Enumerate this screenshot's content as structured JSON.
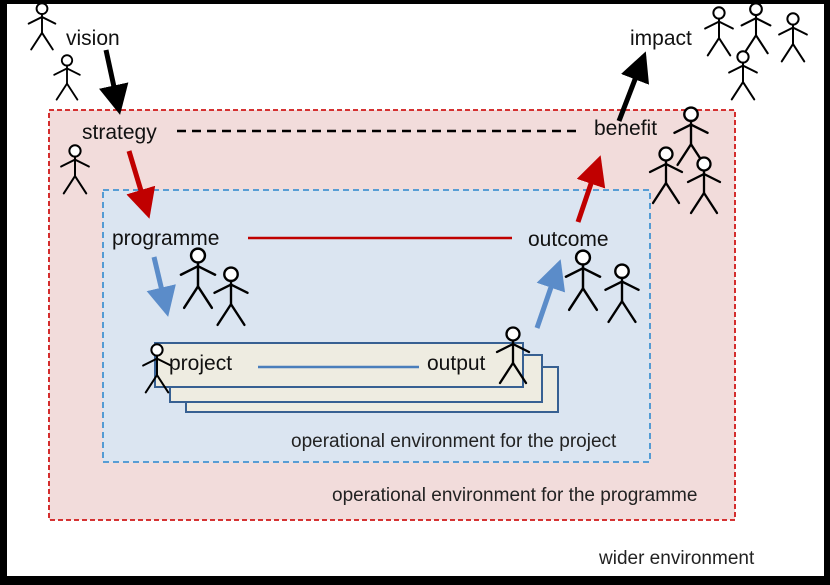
{
  "labels": {
    "vision": "vision",
    "strategy": "strategy",
    "programme": "programme",
    "project": "project",
    "output": "output",
    "outcome": "outcome",
    "benefit": "benefit",
    "impact": "impact",
    "env_project": "operational environment for the project",
    "env_programme": "operational environment for the programme",
    "env_wider": "wider environment"
  },
  "relations": [
    {
      "from": "vision",
      "to": "strategy",
      "style": "black-arrow"
    },
    {
      "from": "strategy",
      "to": "programme",
      "style": "red-arrow"
    },
    {
      "from": "programme",
      "to": "project",
      "style": "blue-arrow"
    },
    {
      "from": "output",
      "to": "outcome",
      "style": "blue-arrow"
    },
    {
      "from": "outcome",
      "to": "benefit",
      "style": "red-arrow"
    },
    {
      "from": "benefit",
      "to": "impact",
      "style": "black-arrow"
    },
    {
      "from": "strategy",
      "to": "benefit",
      "style": "black-dashed-link"
    },
    {
      "from": "programme",
      "to": "outcome",
      "style": "red-link"
    },
    {
      "from": "project",
      "to": "output",
      "style": "blue-link"
    }
  ],
  "figure_groups": {
    "vision": 2,
    "strategy": 1,
    "programme": 2,
    "project": 1,
    "output": 1,
    "outcome": 2,
    "benefit": 3,
    "impact": 4
  },
  "colors": {
    "black": "#000000",
    "red": "#c00000",
    "blue_arrow": "#5b8cc9",
    "blue_line": "#4a7ebb",
    "pink_fill": "#f2dcdb",
    "pink_border": "#d01818",
    "blue_fill": "#dbe5f1",
    "blue_border": "#4494d2",
    "project_fill": "#eeece1",
    "project_border": "#376092"
  }
}
